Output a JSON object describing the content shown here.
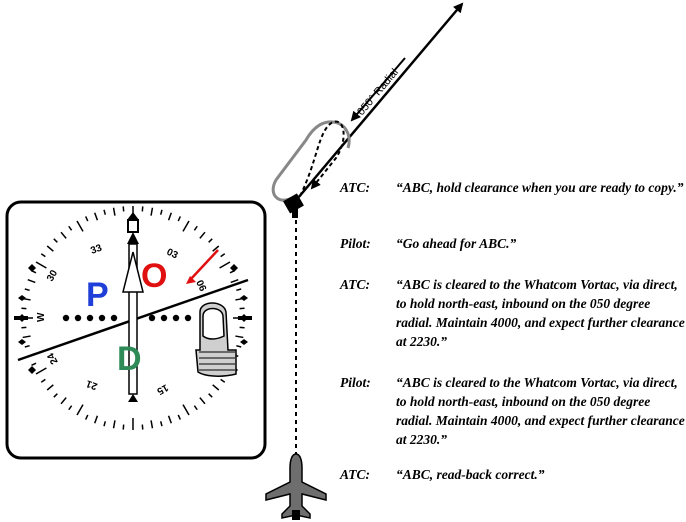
{
  "radial_label": "050° Radial",
  "indicator": {
    "letters": {
      "p": "P",
      "o": "O",
      "d": "D"
    },
    "letter_colors": {
      "p": "#1f3fd8",
      "o": "#e01010",
      "d": "#2e8b57"
    },
    "heading_labels": [
      "33",
      "03",
      "06",
      "W",
      "30",
      "24",
      "21",
      "15"
    ],
    "pointer_color": "#e01010"
  },
  "dialogue": [
    {
      "speaker": "ATC:",
      "text": "“ABC, hold clearance when you are ready to copy.”"
    },
    {
      "speaker": "Pilot:",
      "text": "“Go ahead for ABC.”"
    },
    {
      "speaker": "ATC:",
      "text": "“ABC is cleared to the Whatcom Vortac, via direct, to hold north-east, inbound on the 050 degree radial.  Maintain 4000, and expect further clearance at 2230.”"
    },
    {
      "speaker": "Pilot:",
      "text": "“ABC is cleared to the Whatcom Vortac, via direct, to hold north-east, inbound on the 050 degree radial.  Maintain 4000, and expect further clearance at 2230.”"
    },
    {
      "speaker": "ATC:",
      "text": "“ABC, read-back correct.”"
    }
  ]
}
